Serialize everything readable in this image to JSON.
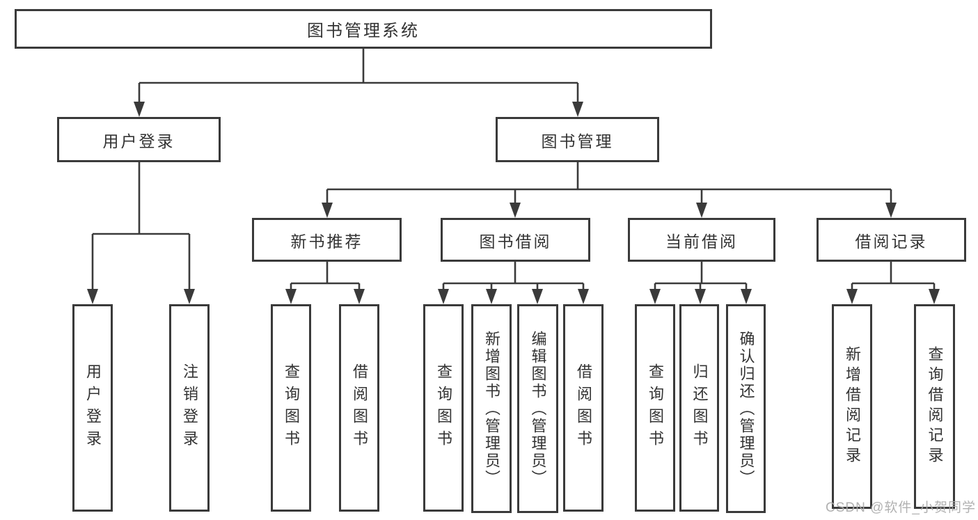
{
  "title": "图书管理系统",
  "watermark": "CSDN @软件_小贺同学",
  "tree": {
    "root": "图书管理系统",
    "branches": [
      {
        "label": "用户登录",
        "leaves": [
          "用户登录",
          "注销登录"
        ]
      },
      {
        "label": "图书管理",
        "groups": [
          {
            "label": "新书推荐",
            "leaves": [
              "查询图书",
              "借阅图书"
            ]
          },
          {
            "label": "图书借阅",
            "leaves": [
              "查询图书",
              "新增图书（管理员）",
              "编辑图书（管理员）",
              "借阅图书"
            ]
          },
          {
            "label": "当前借阅",
            "leaves": [
              "查询图书",
              "归还图书",
              "确认归还（管理员）"
            ]
          },
          {
            "label": "借阅记录",
            "leaves": [
              "新增借阅记录",
              "查询借阅记录"
            ]
          }
        ]
      }
    ]
  },
  "colors": {
    "line": "#3a3a3a",
    "text": "#333333",
    "watermark": "#ababab",
    "background": "#ffffff"
  }
}
